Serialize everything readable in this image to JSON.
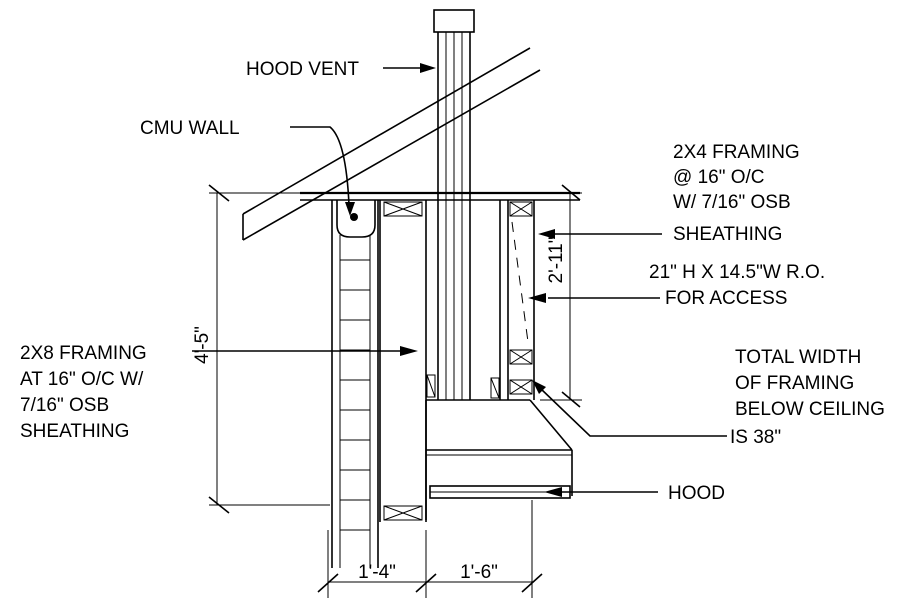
{
  "labels": {
    "hood_vent": "HOOD VENT",
    "cmu_wall": "CMU WALL",
    "framing_2x4": [
      "2X4 FRAMING",
      "@ 16\" O/C",
      "W/ 7/16\" OSB",
      "SHEATHING"
    ],
    "rough_opening": [
      "21\" H X 14.5\"W R.O.",
      "FOR  ACCESS"
    ],
    "framing_2x8": [
      "2X8 FRAMING",
      "AT 16\" O/C W/",
      "7/16\" OSB",
      "SHEATHING"
    ],
    "total_width": [
      "TOTAL WIDTH",
      "OF FRAMING",
      "BELOW CEILING",
      "IS 38\""
    ],
    "hood": "HOOD"
  },
  "dimensions": {
    "height_left": "4'-5\"",
    "height_right": "2'-11\"",
    "width_left": "1'-4\"",
    "width_right": "1'-6\""
  }
}
